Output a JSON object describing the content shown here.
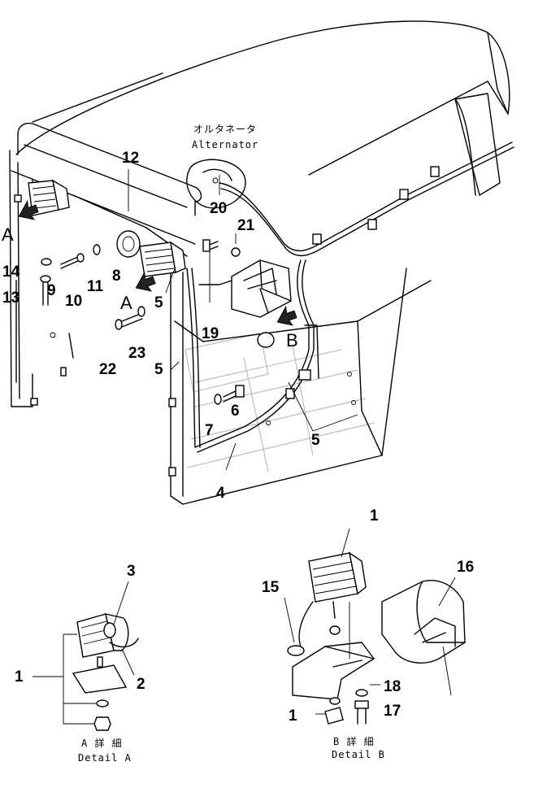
{
  "labels": {
    "alternator_jp": "オルタネータ",
    "alternator_en": "Alternator",
    "detail_a_jp": "A 詳 細",
    "detail_a_en": "Detail A",
    "detail_b_jp": "B 詳 細",
    "detail_b_en": "Detail B",
    "view_a_left": "A",
    "view_a_mid": "A",
    "view_b": "B"
  },
  "callouts": {
    "c12": "12",
    "c20": "20",
    "c21": "21",
    "c14": "14",
    "c13": "13",
    "c9": "9",
    "c10": "10",
    "c11": "11",
    "c8": "8",
    "c5a": "5",
    "c19": "19",
    "c22": "22",
    "c23": "23",
    "c5b": "5",
    "c6": "6",
    "c7": "7",
    "c5c": "5",
    "c4": "4",
    "d_a_3": "3",
    "d_a_1": "1",
    "d_a_2": "2",
    "d_b_1_top": "1",
    "d_b_16": "16",
    "d_b_15": "15",
    "d_b_18": "18",
    "d_b_17": "17",
    "d_b_1_bottom": "1"
  }
}
